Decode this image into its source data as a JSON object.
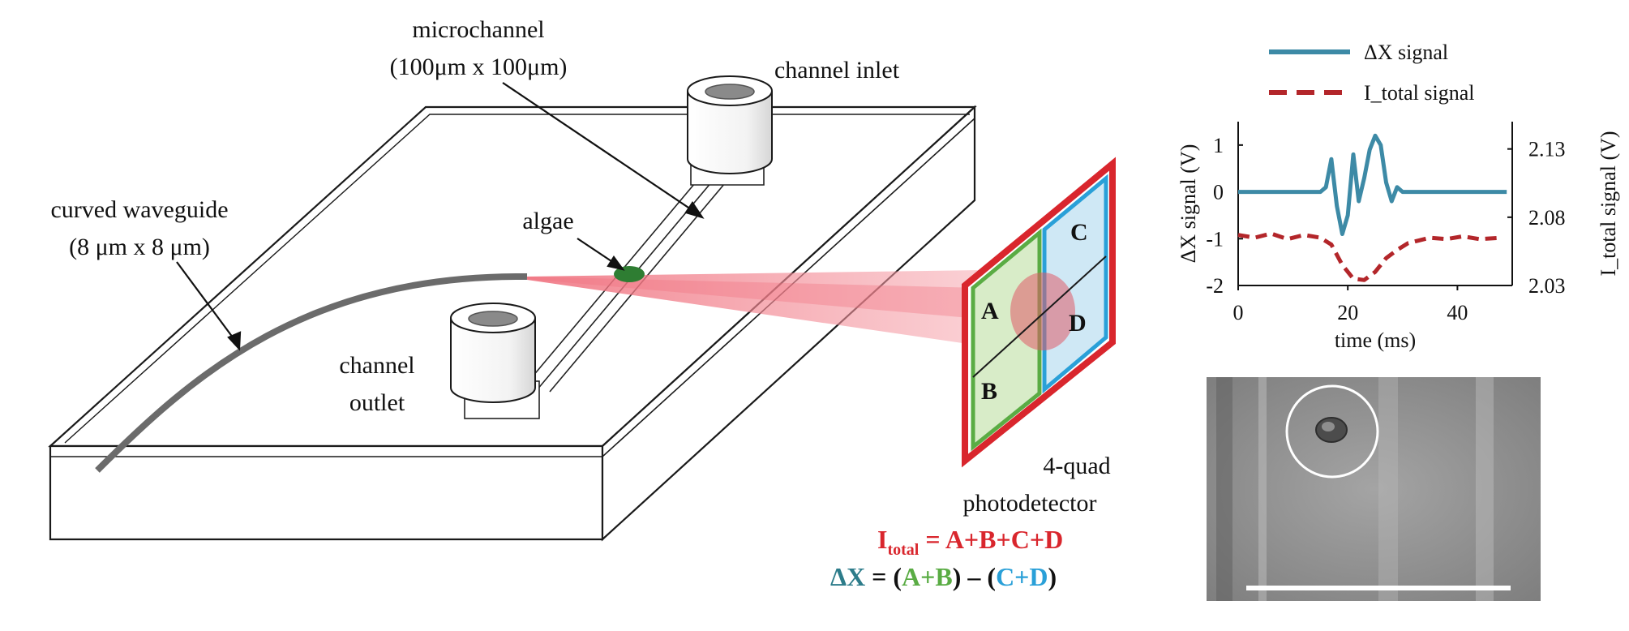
{
  "labels": {
    "microchannel": "microchannel",
    "microchannel_size": "(100μm x 100μm)",
    "channel_inlet": "channel inlet",
    "curved_waveguide": "curved waveguide",
    "waveguide_size": "(8 μm x 8 μm)",
    "algae": "algae",
    "channel_outlet_1": "channel",
    "channel_outlet_2": "outlet",
    "detector_1": "4-quad",
    "detector_2": "photodetector"
  },
  "quadrants": {
    "a": "A",
    "b": "B",
    "c": "C",
    "d": "D"
  },
  "equations": {
    "itotal_main": "I",
    "itotal_sub": "total",
    "itotal_rhs": " = A+B+C+D",
    "dx_lhs": "ΔX",
    "dx_eq": " = (",
    "dx_ab": "A+B",
    "dx_mid": ") – (",
    "dx_cd": "C+D",
    "dx_end": ")"
  },
  "colors": {
    "red": "#d9262d",
    "green": "#5aac44",
    "blue": "#2aa0d8",
    "teal": "#2d7c8a",
    "signal_blue": "#3d8aa6",
    "signal_red": "#b3262a",
    "algae": "#2e7d32",
    "beam": "#ef6a78",
    "quad_green_fill": "#d8ecc8",
    "quad_blue_fill": "#cfe8f5"
  },
  "chart_data": {
    "type": "line",
    "xlabel": "time (ms)",
    "ylabel": "ΔX signal (V)",
    "y2label": "I_total signal (V)",
    "xlim": [
      0,
      50
    ],
    "ylim": [
      -2,
      1.5
    ],
    "y2lim": [
      2.03,
      2.15
    ],
    "x_ticks": [
      0,
      20,
      40
    ],
    "y_ticks": [
      1,
      0,
      -1,
      -2
    ],
    "y2_ticks": [
      2.13,
      2.08,
      2.03
    ],
    "legend_position": "top",
    "series": [
      {
        "name": "ΔX signal",
        "axis": "left",
        "style": "solid",
        "x": [
          0,
          5,
          10,
          15,
          16,
          17,
          18,
          19,
          20,
          21,
          22,
          23,
          24,
          25,
          26,
          27,
          28,
          29,
          30,
          31,
          32,
          35,
          40,
          45,
          49
        ],
        "y": [
          0,
          0,
          0,
          0,
          0.1,
          0.7,
          -0.3,
          -0.9,
          -0.5,
          0.8,
          -0.2,
          0.3,
          0.9,
          1.2,
          1.0,
          0.2,
          -0.2,
          0.1,
          0,
          0,
          0,
          0,
          0,
          0,
          0
        ]
      },
      {
        "name": "I_total signal",
        "axis": "right",
        "style": "dashed",
        "x": [
          0,
          3,
          6,
          9,
          12,
          15,
          17,
          19,
          21,
          23,
          25,
          27,
          29,
          31,
          33,
          35,
          38,
          41,
          44,
          48
        ],
        "y": [
          2.067,
          2.065,
          2.068,
          2.064,
          2.067,
          2.065,
          2.06,
          2.045,
          2.035,
          2.034,
          2.04,
          2.05,
          2.056,
          2.061,
          2.063,
          2.065,
          2.064,
          2.066,
          2.064,
          2.065
        ]
      }
    ]
  }
}
